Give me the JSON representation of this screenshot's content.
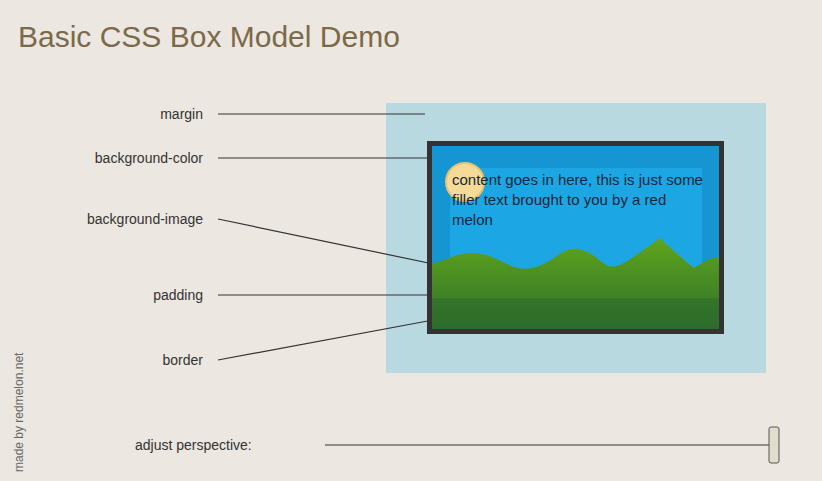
{
  "diagram": {
    "title": "Basic CSS Box Model Demo",
    "nodes": [
      {
        "text": [
          "content goes in here, this is just some filler text brought to you by a red melon"
        ]
      }
    ],
    "labels": [
      "margin",
      "background-color",
      "background-image",
      "padding",
      "border",
      "made by redmelon.net",
      "adjust perspective:"
    ]
  }
}
